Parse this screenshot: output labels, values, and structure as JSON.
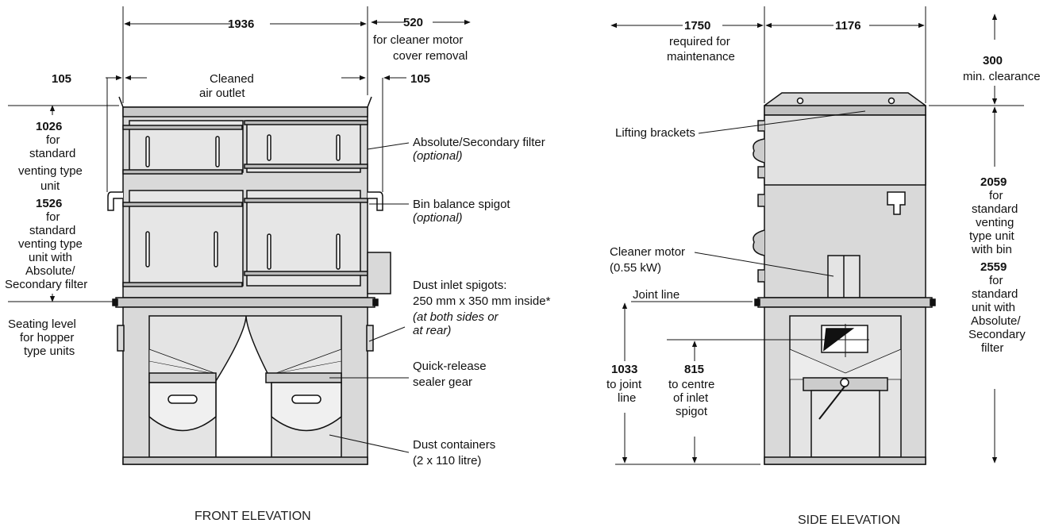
{
  "colors": {
    "body": "#d9d9d9",
    "body_light": "#e8e8e8",
    "line": "#111111",
    "text": "#111111"
  },
  "front": {
    "title": "FRONT ELEVATION",
    "dim_width": "1936",
    "dim_520": "520",
    "dim_520_note_1": "for cleaner motor",
    "dim_520_note_2": "cover removal",
    "dim_105_left": "105",
    "dim_105_right": "105",
    "outlet_1": "Cleaned",
    "outlet_2": "air outlet",
    "h1026": "1026",
    "h1026_n1": "for",
    "h1026_n2": "standard",
    "h1026_n3": "venting type",
    "h1026_n4": "unit",
    "h1526": "1526",
    "h1526_n1": "for",
    "h1526_n2": "standard",
    "h1526_n3": "venting type",
    "h1526_n4": "unit with",
    "h1526_n5": "Absolute/",
    "h1526_n6": "Secondary filter",
    "seat_1": "Seating level",
    "seat_2": "for hopper",
    "seat_3": "type units",
    "abs_1": "Absolute/Secondary filter",
    "abs_2": "(optional)",
    "bin_1": "Bin balance spigot",
    "bin_2": "(optional)",
    "inlet_1": "Dust inlet spigots:",
    "inlet_2": "250 mm x 350 mm inside*",
    "inlet_3": "(at both sides or",
    "inlet_4": "at rear)",
    "quick_1": "Quick-release",
    "quick_2": "sealer gear",
    "cont_1": "Dust containers",
    "cont_2": "(2 x 110 litre)"
  },
  "side": {
    "title": "SIDE ELEVATION",
    "dim_1750": "1750",
    "dim_1750_n1": "required for",
    "dim_1750_n2": "maintenance",
    "dim_1176": "1176",
    "dim_300": "300",
    "dim_300_n": "min. clearance",
    "lifting": "Lifting brackets",
    "motor_1": "Cleaner motor",
    "motor_2": "(0.55 kW)",
    "joint": "Joint line",
    "h2059": "2059",
    "h2059_n1": "for",
    "h2059_n2": "standard",
    "h2059_n3": "venting",
    "h2059_n4": "type unit",
    "h2059_n5": "with bin",
    "h2559": "2559",
    "h2559_n1": "for",
    "h2559_n2": "standard",
    "h2559_n3": "unit with",
    "h2559_n4": "Absolute/",
    "h2559_n5": "Secondary",
    "h2559_n6": "filter",
    "h1033": "1033",
    "h1033_n1": "to joint",
    "h1033_n2": "line",
    "h815": "815",
    "h815_n1": "to centre",
    "h815_n2": "of inlet",
    "h815_n3": "spigot"
  }
}
